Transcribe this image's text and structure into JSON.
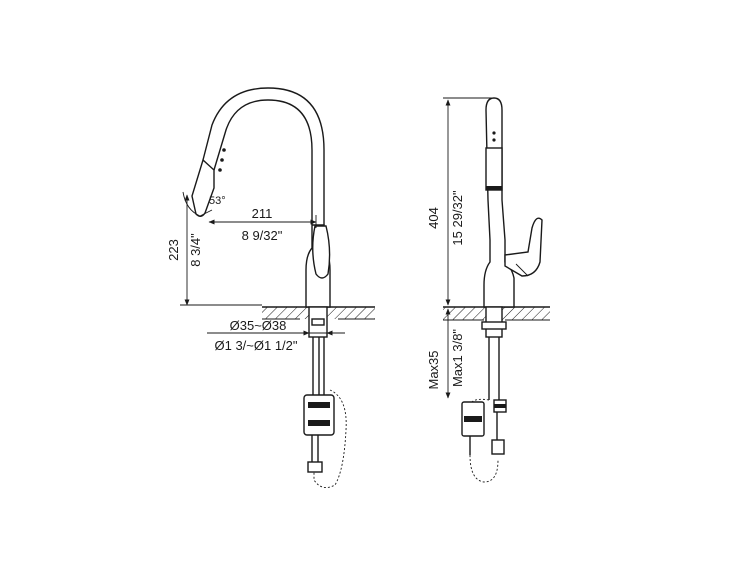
{
  "front_view": {
    "spout_reach_mm": "211",
    "spout_reach_in": "8 9/32\"",
    "spout_height_mm": "223",
    "spout_height_in": "8 3/4\"",
    "spray_angle": "53°",
    "hole_diameter_mm": "Ø35~Ø38",
    "hole_diameter_in": "Ø1 3/~Ø1 1/2\""
  },
  "side_view": {
    "total_height_mm": "404",
    "total_height_in": "15 29/32\"",
    "deck_thickness_mm": "Max35",
    "deck_thickness_in": "Max1 3/8\""
  },
  "colors": {
    "line": "#1a1a1a",
    "background": "#ffffff"
  }
}
